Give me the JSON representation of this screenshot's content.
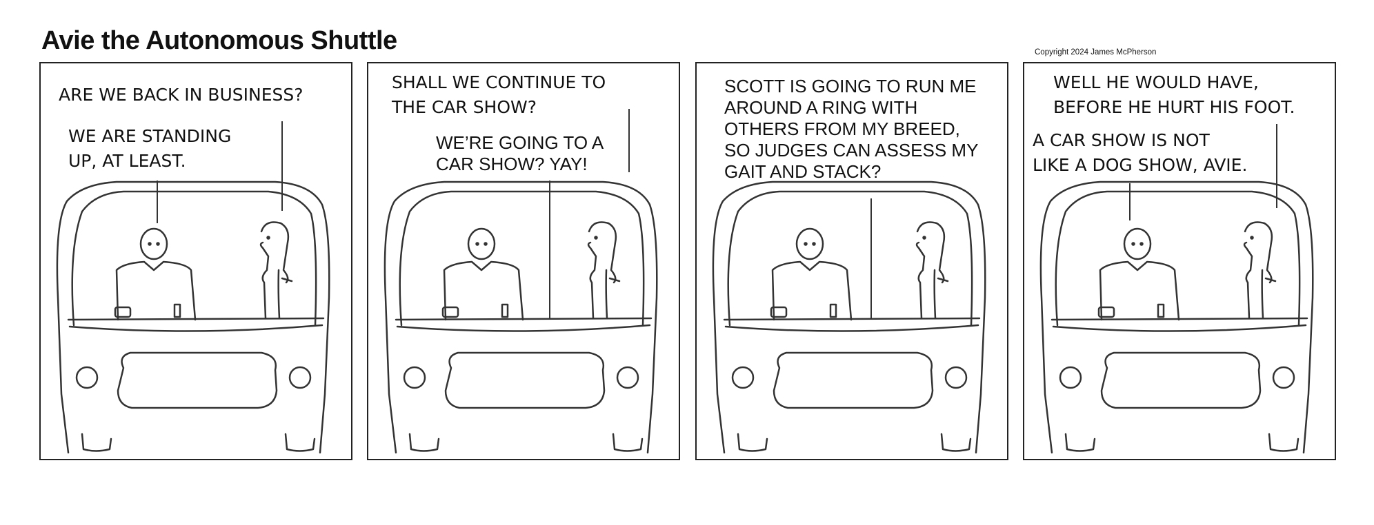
{
  "comic": {
    "title": "Avie the Autonomous Shuttle",
    "copyright": "Copyright 2024 James McPherson"
  },
  "panels": [
    {
      "lines": [
        "ARE WE BACK IN BUSINESS?",
        "WE ARE STANDING\nUP, AT LEAST."
      ]
    },
    {
      "lines": [
        "SHALL WE CONTINUE TO\nTHE CAR SHOW?",
        "WE’RE GOING TO A\nCAR SHOW? YAY!"
      ]
    },
    {
      "lines": [
        "SCOTT IS GOING TO RUN ME\nAROUND A RING WITH\nOTHERS FROM MY BREED,\nSO JUDGES CAN ASSESS MY\nGAIT AND STACK?"
      ]
    },
    {
      "lines": [
        "WELL HE WOULD HAVE,\nBEFORE HE HURT HIS FOOT.",
        "A CAR SHOW IS NOT\nLIKE A DOG SHOW, AVIE."
      ]
    }
  ]
}
